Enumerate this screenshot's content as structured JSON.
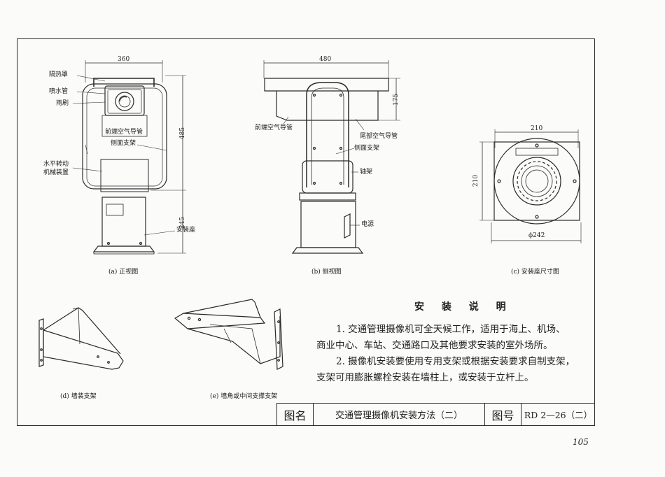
{
  "views": {
    "front": {
      "caption": "(a) 正视图",
      "dims": {
        "width": "360",
        "upper_height": "485",
        "lower_height": "245"
      },
      "labels": {
        "heat_shield": "隔热罩",
        "spray_pipe": "喷水管",
        "wiper": "雨刷",
        "front_duct": "前端空气导管",
        "side_bracket": "侧面支架",
        "pan_mechanism": [
          "水平转动",
          "机械装置"
        ],
        "mount_base": "安装座"
      }
    },
    "side": {
      "caption": "(b) 侧视图",
      "dims": {
        "width": "480",
        "height": "175"
      },
      "labels": {
        "front_duct": "前端空气导管",
        "rear_duct": "尾部空气导管",
        "side_bracket": "侧面支架",
        "axle_frame": "轴架",
        "power": "电源"
      }
    },
    "base": {
      "caption": "(c) 安装座尺寸图",
      "dims": {
        "width": "210",
        "height": "210",
        "diameter": "ϕ242"
      }
    },
    "wall_bracket": {
      "caption": "(d) 墙装支架"
    },
    "corner_bracket": {
      "caption": "(e) 墙角或中间支撑支架"
    }
  },
  "notes": {
    "title": "安 装 说 明",
    "lines": [
      "1. 交通管理摄像机可全天候工作，适用于海上、机场、",
      "商业中心、车站、交通路口及其他要求安装的室外场所。",
      "2. 摄像机安装要使用专用支架或根据安装要求自制支架，",
      "支架可用膨胀螺栓安装在墙柱上，或安装于立杆上。"
    ]
  },
  "title_block": {
    "name_label": "图名",
    "name": "交通管理摄像机安装方法（二）",
    "number_label": "图号",
    "number": "RD 2—26（二）"
  },
  "page_number": "105"
}
